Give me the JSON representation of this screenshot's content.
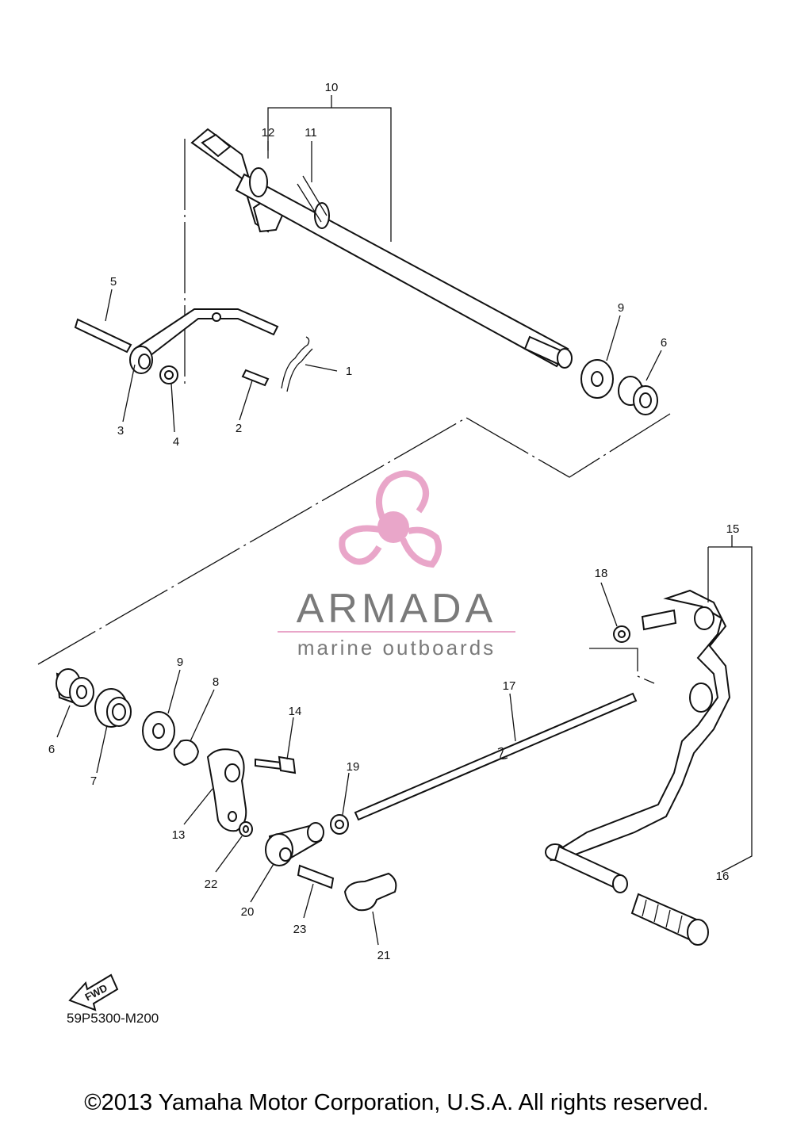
{
  "diagram_code": "59P5300-M200",
  "copyright": "©2013 Yamaha Motor Corporation, U.S.A. All rights reserved.",
  "watermark": {
    "brand": "ARMADA",
    "tagline": "marine outboards",
    "colors": {
      "logo": "#e9a6c9",
      "brand_text": "#7a7a7a",
      "rule": "#e9a6c9"
    }
  },
  "fwd_label": "FWD",
  "callouts": {
    "c1": "1",
    "c2": "2",
    "c3": "3",
    "c4": "4",
    "c5": "5",
    "c6a": "6",
    "c6b": "6",
    "c7": "7",
    "c8": "8",
    "c9a": "9",
    "c9b": "9",
    "c10": "10",
    "c11": "11",
    "c12": "12",
    "c13": "13",
    "c14": "14",
    "c15": "15",
    "c16": "16",
    "c17": "17",
    "c18": "18",
    "c19": "19",
    "c20": "20",
    "c21": "21",
    "c22": "22",
    "c23": "23"
  }
}
